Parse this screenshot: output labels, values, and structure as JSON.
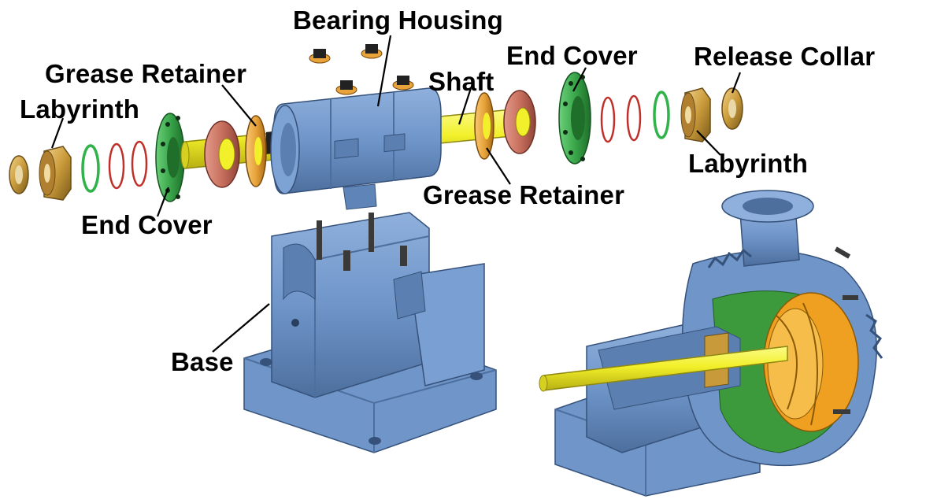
{
  "labels": {
    "bearing_housing": "Bearing Housing",
    "grease_retainer_left": "Grease Retainer",
    "labyrinth_left": "Labyrinth",
    "end_cover_left": "End Cover",
    "shaft": "Shaft",
    "end_cover_right": "End Cover",
    "release_collar": "Release Collar",
    "labyrinth_right": "Labyrinth",
    "grease_retainer_right": "Grease Retainer",
    "base": "Base"
  },
  "colors": {
    "housing_blue": "#6f95c9",
    "housing_blue_dark": "#4d6f9e",
    "shaft_yellow": "#f2f02a",
    "bearing_red": "#c86f5e",
    "retainer_orange": "#e8a33a",
    "cover_green": "#3aa64a",
    "oring_green": "#2fb34a",
    "oring_red": "#c0302a",
    "labyrinth_gold": "#c99a3a",
    "impeller_orange": "#f0a020",
    "liner_green": "#3c9a3c",
    "leader_line": "#000000"
  }
}
